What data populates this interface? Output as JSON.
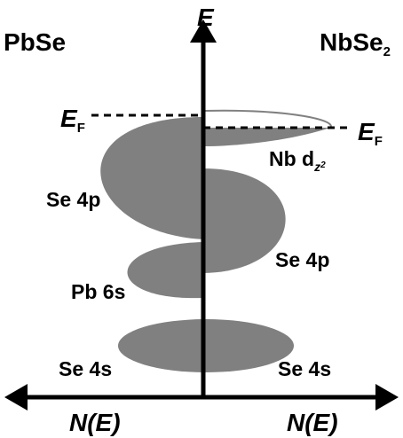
{
  "diagram": {
    "left_material": {
      "prefix": "PbSe",
      "fermi_main": "E",
      "fermi_sub": "F"
    },
    "right_material": {
      "prefix": "NbSe",
      "subscript": "2",
      "fermi_main": "E",
      "fermi_sub": "F"
    },
    "energy_axis_label": "E",
    "dos_axis_left_label": "N(E)",
    "dos_axis_right_label": "N(E)",
    "left_bands": {
      "se4p": "Se 4p",
      "pb6s": "Pb 6s",
      "se4s": "Se 4s"
    },
    "right_bands": {
      "nb_d_main": "Nb d",
      "nb_d_sub": "z",
      "nb_d_subsub": "2",
      "se4p": "Se 4p",
      "se4s": "Se 4s"
    },
    "colors": {
      "band_fill": "#808080",
      "axis": "#000000",
      "background": "#ffffff"
    }
  }
}
